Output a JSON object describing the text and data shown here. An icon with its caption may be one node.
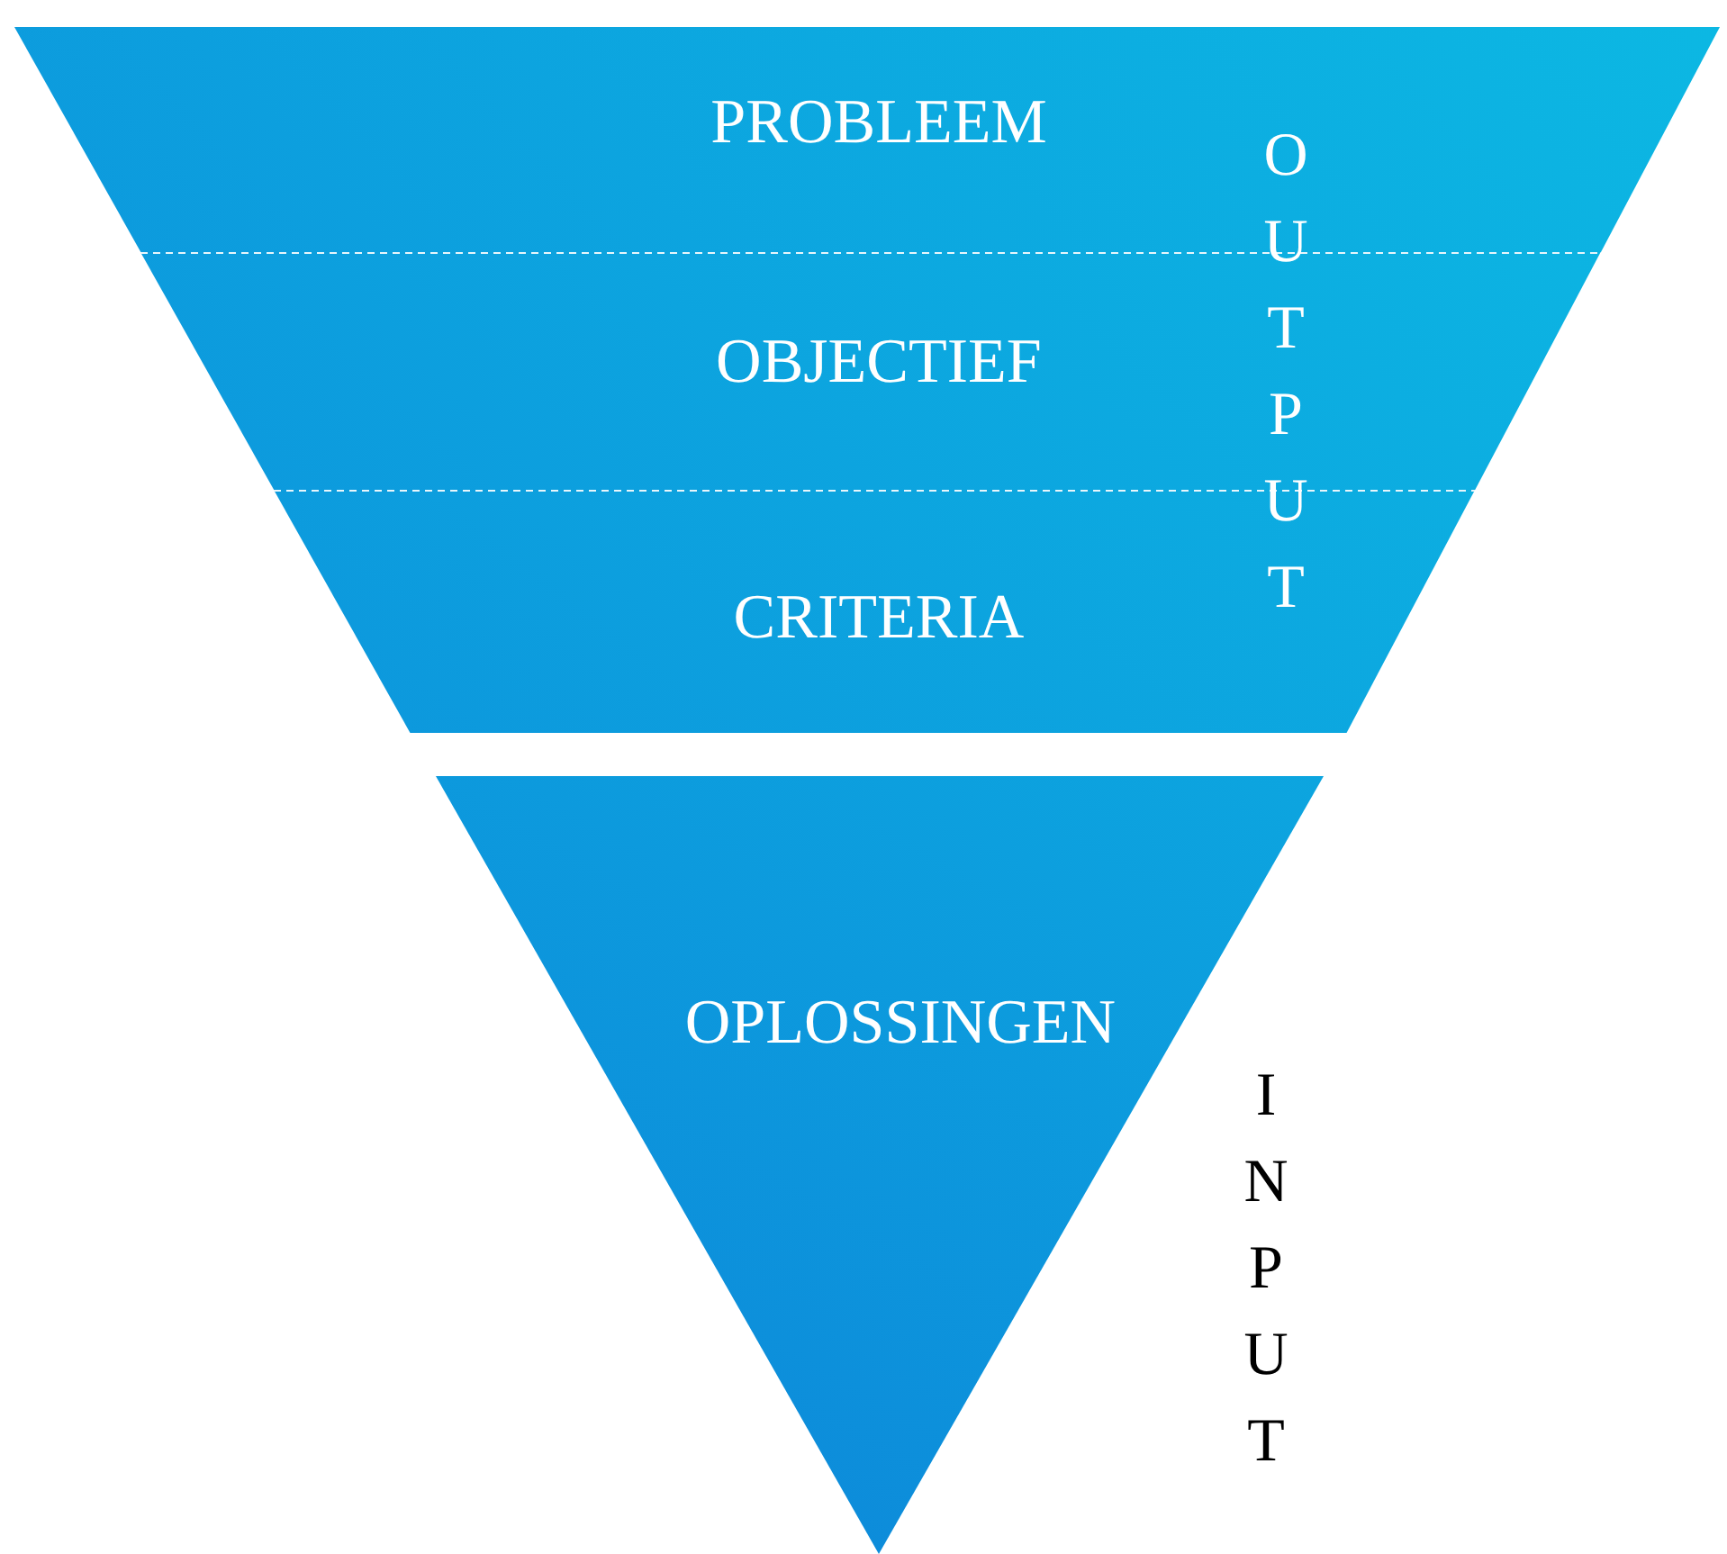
{
  "diagram": {
    "nodes": [
      {
        "text": [
          "PROBLEEM"
        ]
      },
      {
        "text": [
          "OBJECTIEF"
        ]
      },
      {
        "text": [
          "CRITERIA"
        ]
      },
      {
        "text": [
          "OPLOSSINGEN"
        ]
      }
    ],
    "labels": [
      "OUTPUT",
      "INPUT"
    ]
  }
}
